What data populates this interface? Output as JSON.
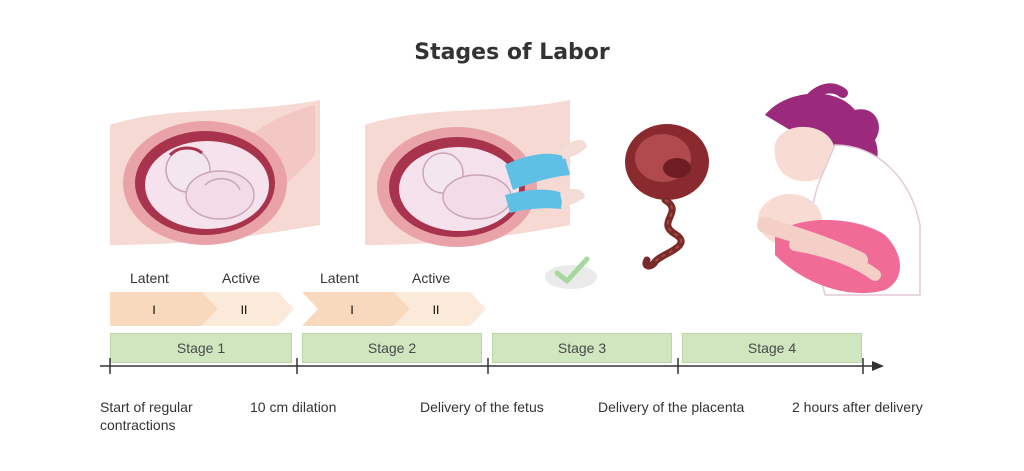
{
  "title": "Stages of Labor",
  "phases": [
    {
      "latent": "Latent",
      "active": "Active",
      "latent_num": "I",
      "active_num": "II"
    },
    {
      "latent": "Latent",
      "active": "Active",
      "latent_num": "I",
      "active_num": "II"
    }
  ],
  "stages": [
    "Stage 1",
    "Stage 2",
    "Stage 3",
    "Stage 4"
  ],
  "milestones": [
    "Start of regular contractions",
    "10 cm dilation",
    "Delivery of the fetus",
    "Delivery of the placenta",
    "2 hours after delivery"
  ],
  "colors": {
    "stage_fill": "#cfe6bf",
    "chevron_latent": "#f8d9bd",
    "chevron_active": "#fbe9d9",
    "uterus": "#f3c7c4",
    "placenta": "#8a2a2e",
    "mother_hair": "#9b2a7d",
    "baby_blanket": "#f06b95"
  },
  "icons": [
    "fetus-in-uterus-illustration",
    "crowning-fetus-illustration",
    "placenta-illustration",
    "check-icon",
    "mother-holding-baby-illustration"
  ]
}
